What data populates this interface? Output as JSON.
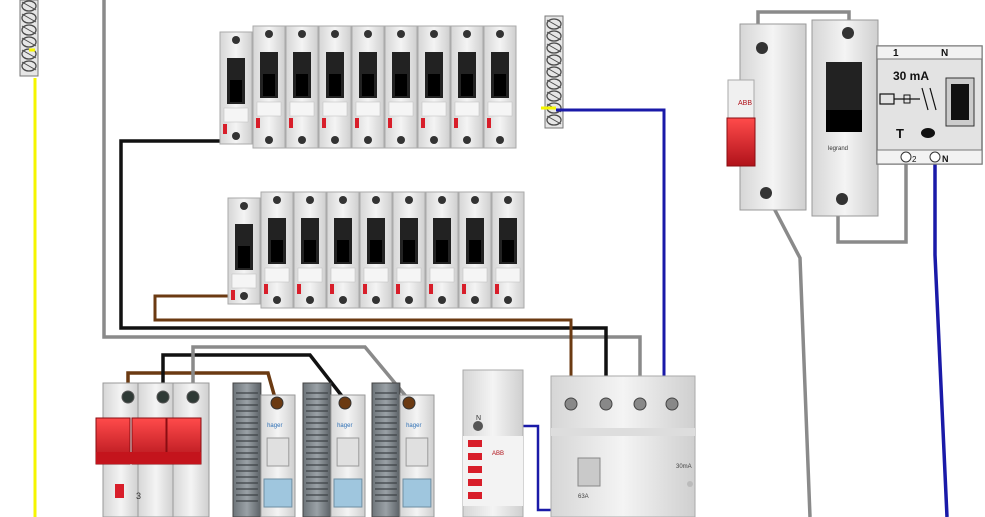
{
  "colors": {
    "live": "#6b3a12",
    "neutral": "#1a1aa8",
    "earth": "#f5f500",
    "black": "#111111",
    "grey": "#8a8a8a",
    "red": "#d81e2a",
    "module": "#e9e9e9"
  },
  "breakers": {
    "rcd_rating": "30 mA",
    "rcd_terminal_left_top": "1",
    "rcd_terminal_right_top": "N",
    "rcd_terminal_left_bottom": "2",
    "rcd_terminal_right_bottom": "N",
    "rcd_test_label": "T",
    "main_switch_pole_count": "3",
    "brand_small": "legrand",
    "brand_hager": "hager",
    "brand_abb": "ABB",
    "rcd_bottom_rating": "30mA",
    "rcd_bottom_current": "63A"
  },
  "icons": [
    "screw-terminal-icon",
    "earth-bar-icon",
    "test-button-icon",
    "switch-symbol-icon"
  ]
}
